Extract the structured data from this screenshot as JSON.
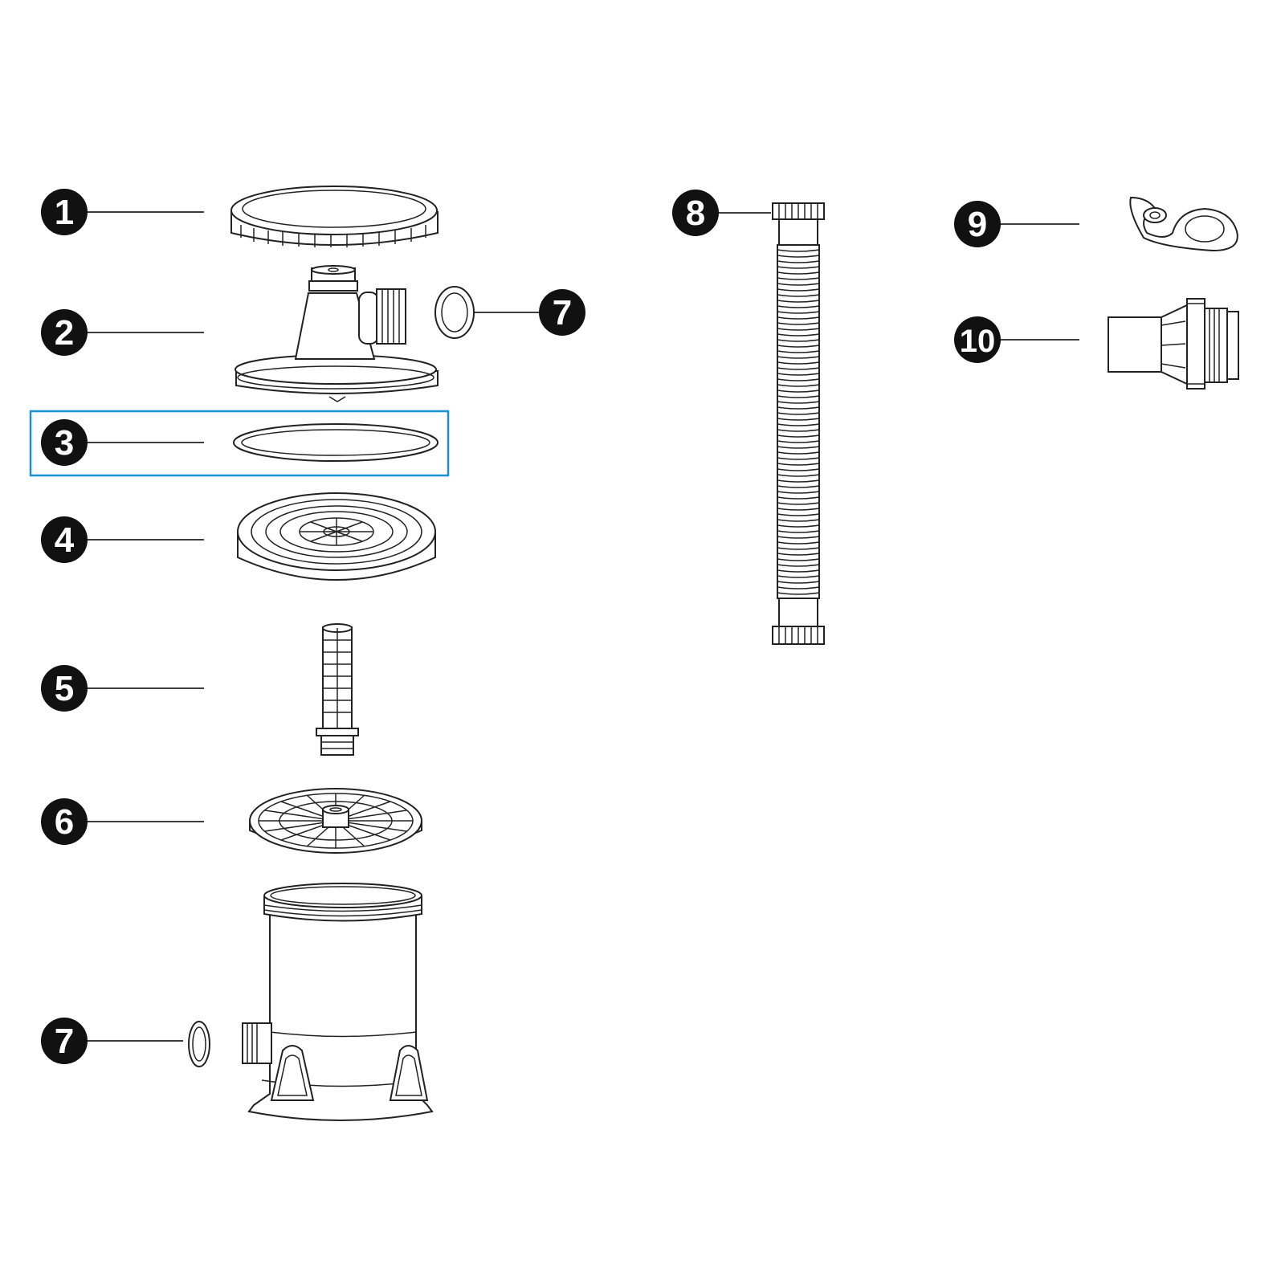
{
  "diagram": {
    "callouts": [
      {
        "id": "1",
        "label": "1"
      },
      {
        "id": "2",
        "label": "2"
      },
      {
        "id": "3",
        "label": "3"
      },
      {
        "id": "4",
        "label": "4"
      },
      {
        "id": "5",
        "label": "5"
      },
      {
        "id": "6",
        "label": "6"
      },
      {
        "id": "7a",
        "label": "7"
      },
      {
        "id": "7b",
        "label": "7"
      },
      {
        "id": "8",
        "label": "8"
      },
      {
        "id": "9",
        "label": "9"
      },
      {
        "id": "10",
        "label": "10"
      }
    ],
    "highlighted_callout": "3",
    "colors": {
      "callout_fill": "#111111",
      "callout_text": "#ffffff",
      "line": "#222222",
      "highlight": "#1a8fd6"
    }
  }
}
